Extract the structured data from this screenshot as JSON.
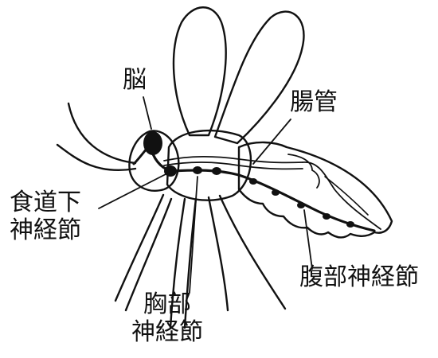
{
  "labels": {
    "brain": "脳",
    "gut": "腸管",
    "subesophageal": [
      "食道下",
      "神経節"
    ],
    "thoracic": [
      "胸部",
      "神経節"
    ],
    "abdominal": "腹部神経節"
  },
  "colors": {
    "ink": "#111111",
    "background": "#ffffff"
  }
}
